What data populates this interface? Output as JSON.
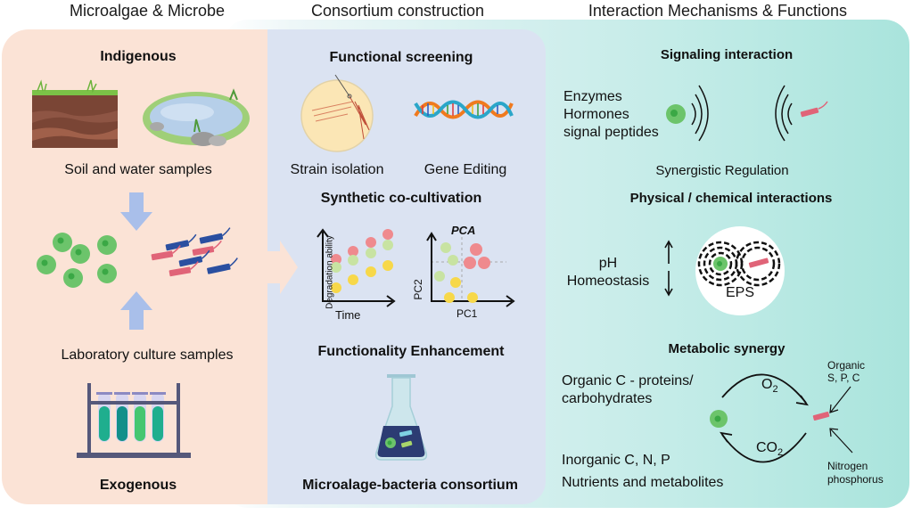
{
  "columns": {
    "left": "Microalgae & Microbe",
    "middle": "Consortium construction",
    "right": "Interaction Mechanisms & Functions"
  },
  "left_panel": {
    "top_heading": "Indigenous",
    "soil_water_label": "Soil and water samples",
    "lab_label": "Laboratory culture samples",
    "bottom_heading": "Exogenous"
  },
  "middle_panel": {
    "functional_screening": "Functional screening",
    "strain_isolation": "Strain isolation",
    "gene_editing": "Gene Editing",
    "synthetic_cocultivation": "Synthetic co-cultivation",
    "plot1": {
      "ylabel": "Degradation ability",
      "xlabel": "Time"
    },
    "plot2": {
      "title": "PCA",
      "ylabel": "PC2",
      "xlabel": "PC1"
    },
    "functionality_enhancement": "Functionality Enhancement",
    "consortium_label": "Microalage-bacteria consortium"
  },
  "right_panel": {
    "signaling_heading": "Signaling interaction",
    "signals": [
      "Enzymes",
      "Hormones",
      "signal peptides"
    ],
    "synergistic_regulation": "Synergistic Regulation",
    "physical_heading": "Physical / chemical interactions",
    "ph_label": "pH",
    "homeostasis_label": "Homeostasis",
    "eps_label": "EPS",
    "metabolic_heading": "Metabolic synergy",
    "organic_c_line1": "Organic C - proteins/",
    "organic_c_line2": "carbohydrates",
    "inorganic_label": "Inorganic C, N, P",
    "nutrients_label": "Nutrients and metabolites",
    "o2_label": "O",
    "o2_sub": "2",
    "co2_label": "CO",
    "co2_sub": "2",
    "organic_spc_line1": "Organic",
    "organic_spc_line2": "S, P, C",
    "nitrogen_line1": "Nitrogen",
    "nitrogen_line2": "phosphorus"
  },
  "colors": {
    "left_bg": "#fbe3d6",
    "middle_bg": "#dbe3f2",
    "right_bg": "#bdeae5",
    "microalgae_green": "#6cc46b",
    "bacteria_red": "#e06478",
    "bacteria_blue": "#2a4fa0",
    "arrow_blue": "#a9bfea"
  }
}
